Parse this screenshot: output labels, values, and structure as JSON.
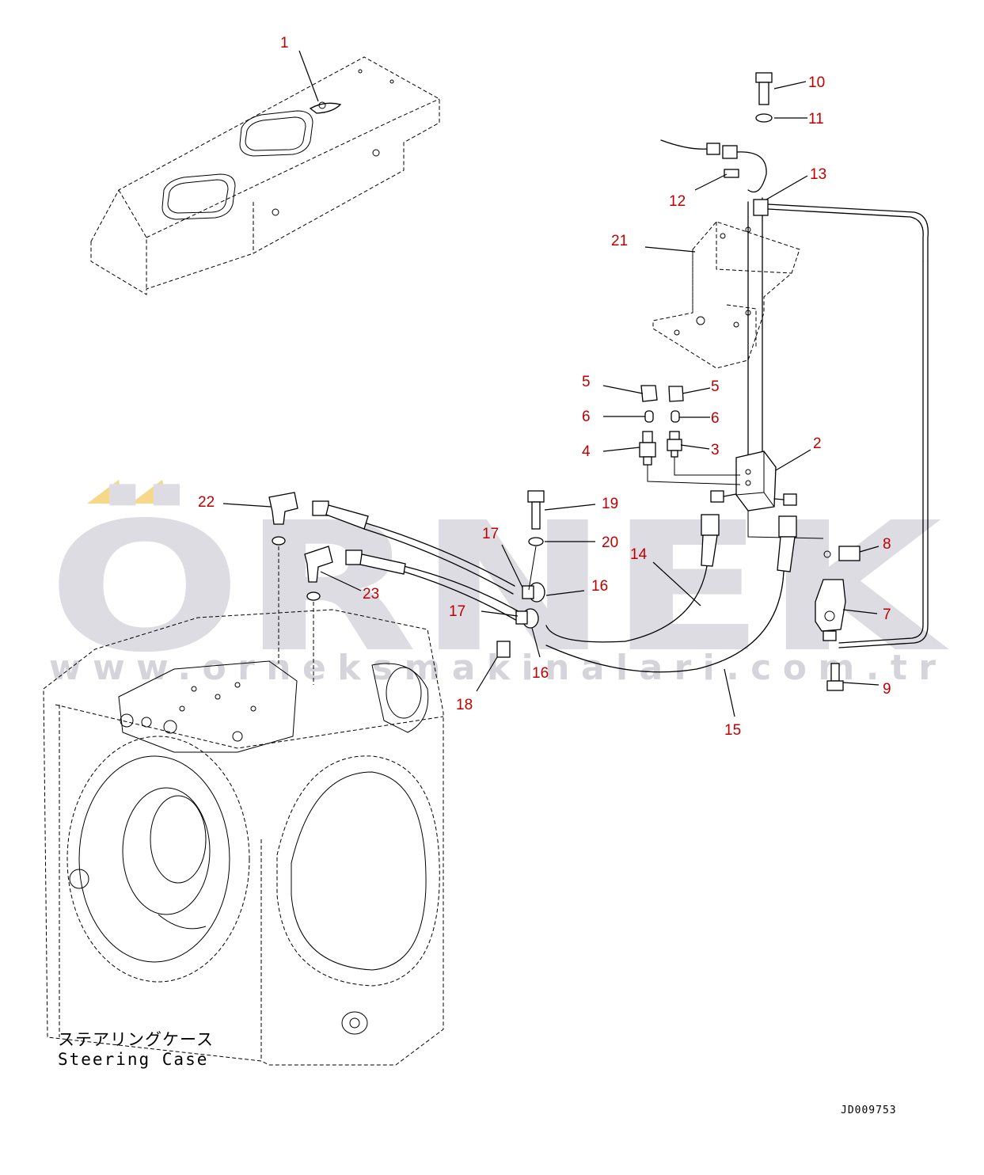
{
  "diagram": {
    "case_label_jp": "ステアリングケース",
    "case_label_en": "Steering Case",
    "drawing_code": "JD009753",
    "watermark_big": "ÖRNEK",
    "watermark_url": "www.orneksmakinalari.com.tr",
    "colors": {
      "callout": "#c00000",
      "watermark": "#dcdce2",
      "accent": "#f5d88a"
    },
    "callouts": [
      {
        "id": "c1",
        "label": "1"
      },
      {
        "id": "c2",
        "label": "2"
      },
      {
        "id": "c3",
        "label": "3"
      },
      {
        "id": "c4",
        "label": "4"
      },
      {
        "id": "c5a",
        "label": "5"
      },
      {
        "id": "c5b",
        "label": "5"
      },
      {
        "id": "c6a",
        "label": "6"
      },
      {
        "id": "c6b",
        "label": "6"
      },
      {
        "id": "c7",
        "label": "7"
      },
      {
        "id": "c8",
        "label": "8"
      },
      {
        "id": "c9",
        "label": "9"
      },
      {
        "id": "c10",
        "label": "10"
      },
      {
        "id": "c11",
        "label": "11"
      },
      {
        "id": "c12",
        "label": "12"
      },
      {
        "id": "c13",
        "label": "13"
      },
      {
        "id": "c14",
        "label": "14"
      },
      {
        "id": "c15",
        "label": "15"
      },
      {
        "id": "c16a",
        "label": "16"
      },
      {
        "id": "c16b",
        "label": "16"
      },
      {
        "id": "c17a",
        "label": "17"
      },
      {
        "id": "c17b",
        "label": "17"
      },
      {
        "id": "c18",
        "label": "18"
      },
      {
        "id": "c19",
        "label": "19"
      },
      {
        "id": "c20",
        "label": "20"
      },
      {
        "id": "c21",
        "label": "21"
      },
      {
        "id": "c22",
        "label": "22"
      },
      {
        "id": "c23",
        "label": "23"
      }
    ]
  }
}
